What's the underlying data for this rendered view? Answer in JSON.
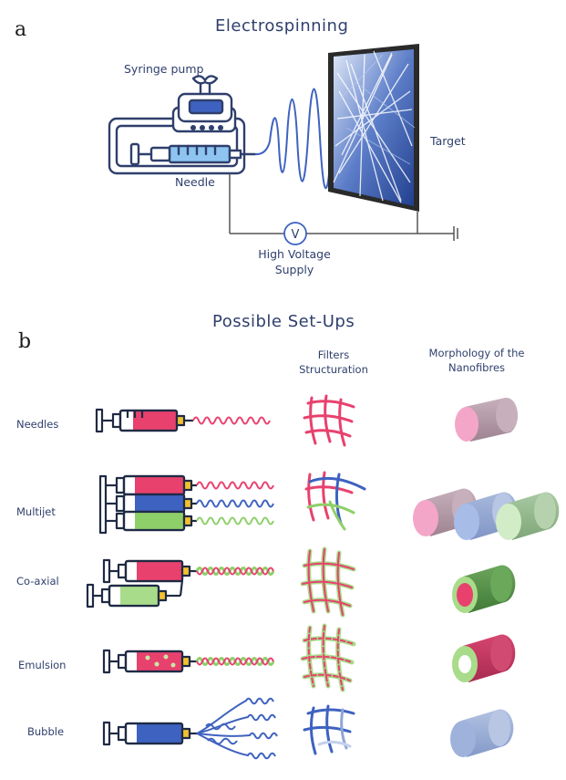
{
  "panel_a": {
    "letter": "a",
    "title": "Electrospinning",
    "labels": {
      "syringe_pump": "Syringe pump",
      "needle": "Needle",
      "target": "Target",
      "voltage_symbol": "V",
      "hv_line1": "High Voltage",
      "hv_line2": "Supply"
    }
  },
  "panel_b": {
    "letter": "b",
    "title": "Possible Set-Ups",
    "col_filters_1": "Filters",
    "col_filters_2": "Structuration",
    "col_morph_1": "Morphology of the",
    "col_morph_2": "Nanofibres",
    "rows": [
      {
        "label": "Needles"
      },
      {
        "label": "Multijet"
      },
      {
        "label": "Co-axial"
      },
      {
        "label": "Emulsion"
      },
      {
        "label": "Bubble"
      }
    ]
  },
  "colors": {
    "ink": "#2f3f6c",
    "pink": "#e8416e",
    "blue": "#3e62c0",
    "green": "#8fcf6a",
    "dark_green": "#5a9a48",
    "light_pink": "#f3a6c4",
    "gray_pink": "#b59aa8",
    "light_blue": "#aebfe2"
  }
}
